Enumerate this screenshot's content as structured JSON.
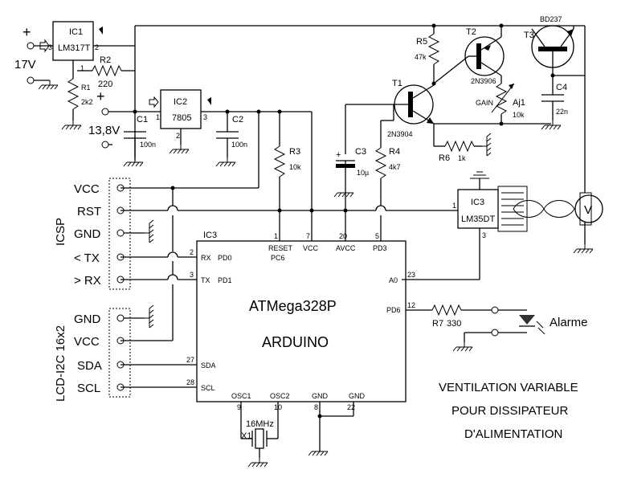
{
  "supply": {
    "plus": "+",
    "voltage_in": "17V",
    "voltage_mid": "13,8V",
    "ic1_ref": "IC1",
    "ic1_part": "LM317T",
    "ic2_ref": "IC2",
    "ic2_part": "7805",
    "pin1": "1",
    "pin2": "2",
    "pin3": "3"
  },
  "components": {
    "r1_ref": "R1",
    "r1_val": "2k2",
    "r2_ref": "R2",
    "r2_val": "220",
    "r3_ref": "R3",
    "r3_val": "10k",
    "r4_ref": "R4",
    "r4_val": "4k7",
    "r5_ref": "R5",
    "r5_val": "47k",
    "r6_ref": "R6",
    "r6_val": "1k",
    "r7_ref": "R7",
    "r7_val": "330",
    "c1_ref": "C1",
    "c1_val": "100n",
    "c2_ref": "C2",
    "c2_val": "100n",
    "c3_ref": "C3",
    "c3_val": "10µ",
    "c4_ref": "C4",
    "c4_val": "22n",
    "t1_ref": "T1",
    "t1_part": "2N3904",
    "t2_ref": "T2",
    "t2_part": "2N3906",
    "t3_ref": "T3",
    "t3_part": "BD237",
    "aj1_ref": "Aj1",
    "aj1_val": "10k",
    "aj1_label": "GAIN",
    "x1_ref": "X1",
    "x1_val": "16MHz",
    "ic3s_ref": "IC3",
    "ic3s_part": "LM35DT",
    "ic3s_pin1": "1",
    "ic3s_pin3": "3",
    "fan": "V",
    "alarm": "Alarme"
  },
  "mcu": {
    "ref": "IC3",
    "name": "ATMega328P",
    "sub": "ARDUINO",
    "reset_label": "RESET",
    "reset_pin": "PC6",
    "reset_num": "1",
    "vcc_label": "VCC",
    "vcc_num": "7",
    "avcc_label": "AVCC",
    "avcc_num": "20",
    "pd3_label": "PD3",
    "pd3_num": "5",
    "rx_label": "RX",
    "rx_pin": "PD0",
    "rx_num": "2",
    "tx_label": "TX",
    "tx_pin": "PD1",
    "tx_num": "3",
    "a0_label": "A0",
    "a0_num": "23",
    "pd6_label": "PD6",
    "pd6_num": "12",
    "sda_label": "SDA",
    "sda_num": "27",
    "scl_label": "SCL",
    "scl_num": "28",
    "osc1_label": "OSC1",
    "osc1_num": "9",
    "osc2_label": "OSC2",
    "osc2_num": "10",
    "gnd1_label": "GND",
    "gnd1_num": "8",
    "gnd2_label": "GND",
    "gnd2_num": "22"
  },
  "icsp": {
    "title": "ICSP",
    "pins": [
      "VCC",
      "RST",
      "GND",
      "< TX",
      "> RX"
    ]
  },
  "lcd": {
    "title": "LCD-I2C 16x2",
    "pins": [
      "GND",
      "VCC",
      "SDA",
      "SCL"
    ]
  },
  "caption": [
    "VENTILATION VARIABLE",
    "POUR DISSIPATEUR",
    "D'ALIMENTATION"
  ]
}
